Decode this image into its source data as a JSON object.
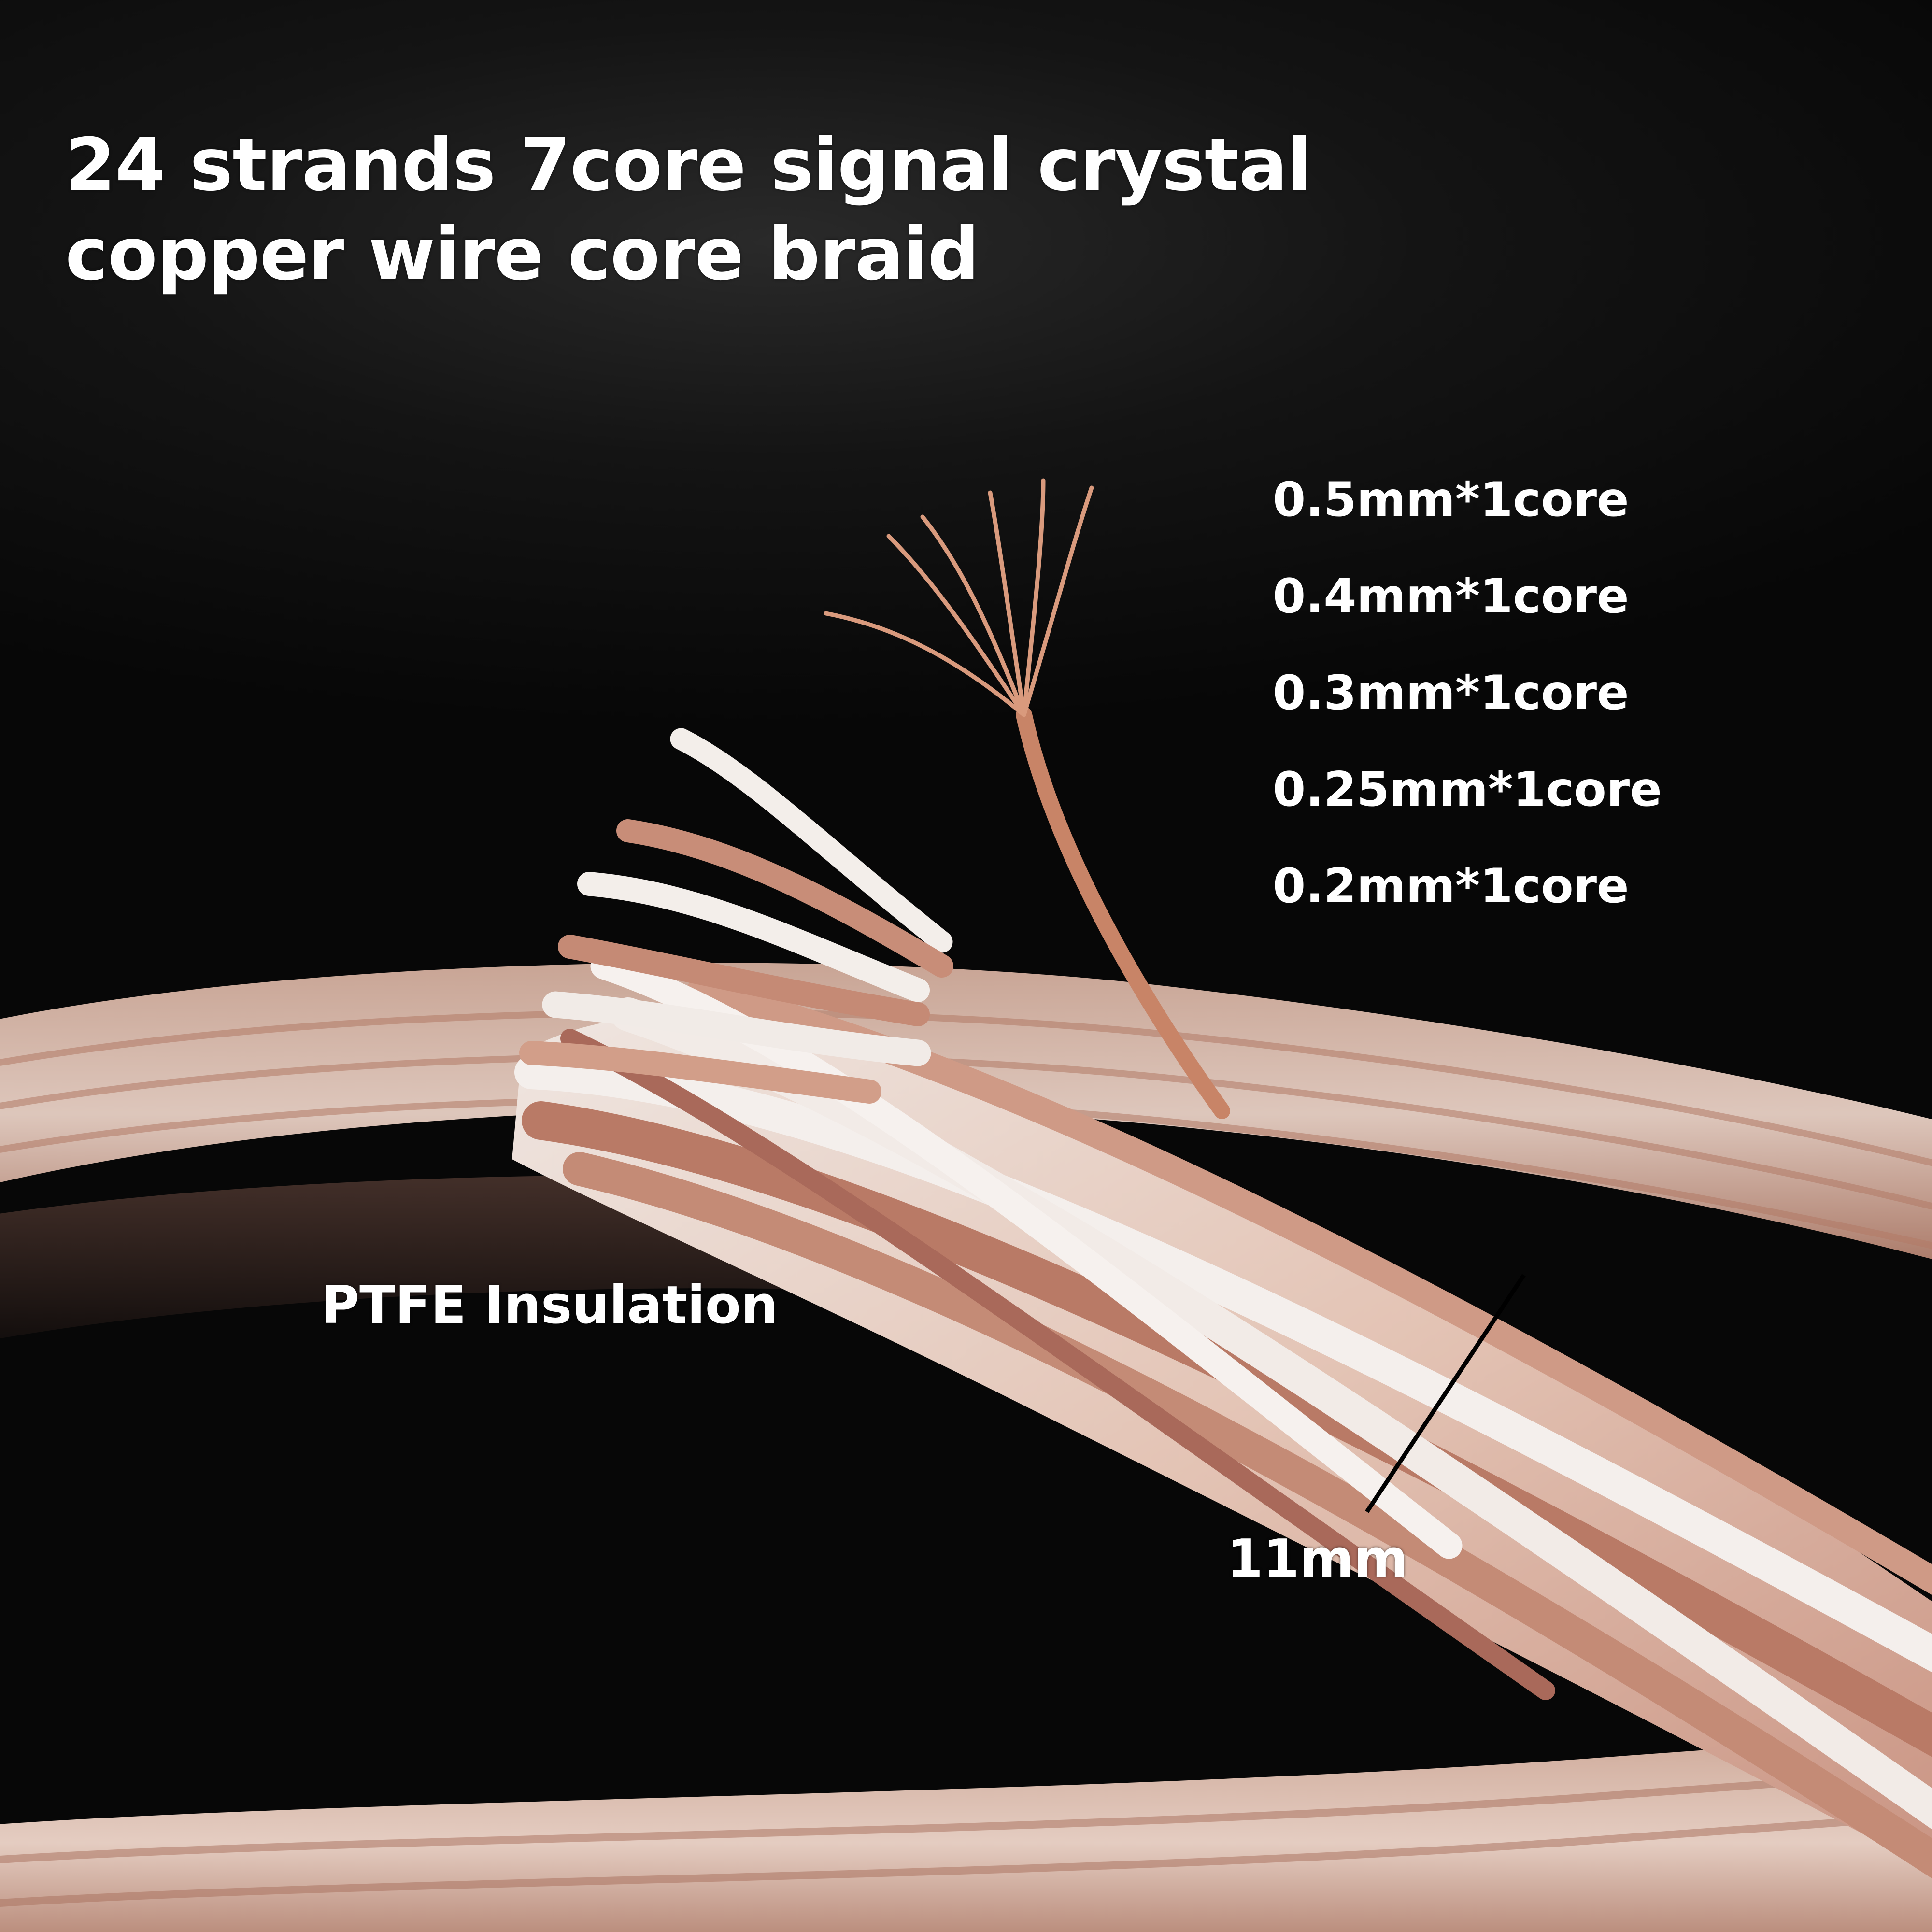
{
  "title": {
    "line1": "24 strands 7core signal crystal",
    "line2": "copper wire core braid"
  },
  "specs": [
    "0.5mm*1core",
    "0.4mm*1core",
    "0.3mm*1core",
    "0.25mm*1core",
    "0.2mm*1core"
  ],
  "labels": {
    "insulation": "PTFE Insulation",
    "diameter": "11mm"
  },
  "colors": {
    "background": "#050505",
    "copper": "#c98a6d",
    "copper_dark": "#8a4d38",
    "insulation_white": "#f1ece8",
    "text": "#ffffff"
  }
}
